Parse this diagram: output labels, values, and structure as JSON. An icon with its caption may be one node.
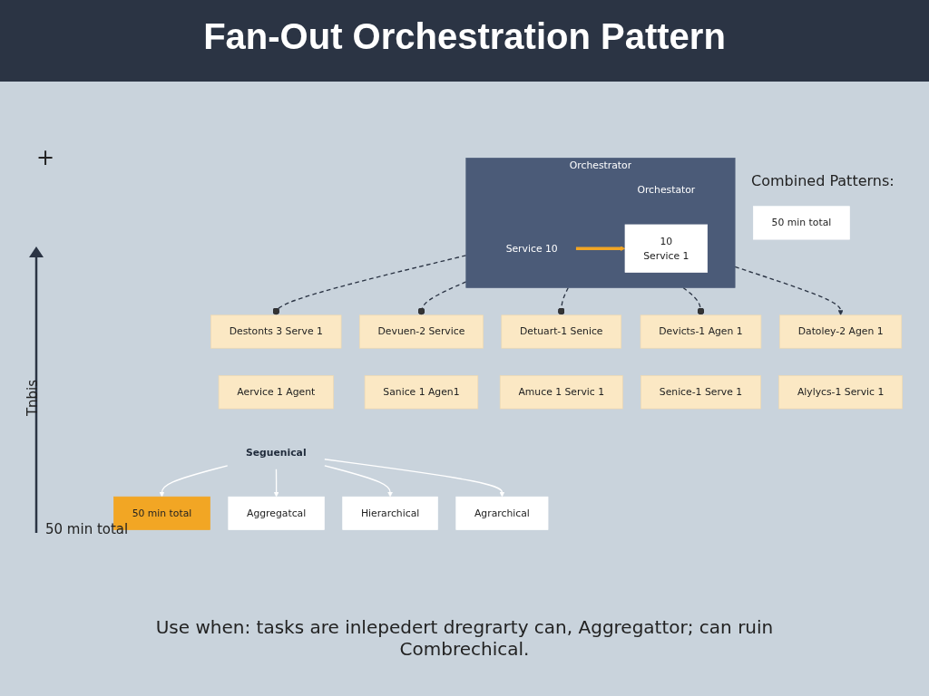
{
  "diagram": {
    "title": "Fan-Out Orchestration Pattern",
    "caption": "Use when: tasks are inlepedert dregrarty can, Aggregattor; can ruin Combrechical.",
    "nodes": [
      {
        "text": [
          "Orchestrator"
        ]
      },
      {
        "text": [
          "Orchestator"
        ],
        "in": 0
      },
      {
        "text": [
          "10",
          "Service 1"
        ],
        "in": 0
      },
      {
        "text": [
          "Service 10"
        ],
        "in": 0
      },
      {
        "text": [
          "Destonts 3 Serve 1"
        ]
      },
      {
        "text": [
          "Devuen-2 Service"
        ]
      },
      {
        "text": [
          "Detuart-1 Senice"
        ]
      },
      {
        "text": [
          "Devicts-1 Agen 1"
        ]
      },
      {
        "text": [
          "Datoley-2 Agen 1"
        ]
      },
      {
        "text": [
          "Aervice 1 Agent"
        ]
      },
      {
        "text": [
          "Sanice 1 Agen1"
        ]
      },
      {
        "text": [
          "Amuce 1 Servic 1"
        ]
      },
      {
        "text": [
          "Senice-1 Serve 1"
        ]
      },
      {
        "text": [
          "Alylycs-1 Servic 1"
        ]
      },
      {
        "text": [
          "50 min total"
        ]
      },
      {
        "text": [
          "Seguenical"
        ]
      },
      {
        "text": [
          "50 min total"
        ]
      },
      {
        "text": [
          "Aggregatcal"
        ]
      },
      {
        "text": [
          "Hierarchical"
        ]
      },
      {
        "text": [
          "Agrarchical"
        ]
      }
    ],
    "edges": [
      {
        "from": 3,
        "to": 2,
        "arrow": "to",
        "style": "thick",
        "color": "#f2a624"
      },
      {
        "from": 0,
        "to": 4,
        "arrow": "other",
        "style": "dashed"
      },
      {
        "from": 0,
        "to": 5,
        "arrow": "other",
        "style": "dashed"
      },
      {
        "from": 0,
        "to": 6,
        "arrow": "other",
        "style": "dashed"
      },
      {
        "from": 0,
        "to": 7,
        "arrow": "other",
        "style": "dashed"
      },
      {
        "from": 0,
        "to": 8,
        "arrow": "to",
        "style": "dashed"
      },
      {
        "from": 15,
        "to": 16,
        "arrow": "to",
        "color": "#ffffff"
      },
      {
        "from": 15,
        "to": 17,
        "arrow": "to",
        "color": "#ffffff"
      },
      {
        "from": 15,
        "to": 18,
        "arrow": "to",
        "color": "#ffffff"
      },
      {
        "from": 15,
        "to": 19,
        "arrow": "to",
        "color": "#ffffff"
      }
    ],
    "labels": [
      "+",
      "Combined Patterns:",
      "Tnbis",
      "50 min total"
    ]
  }
}
